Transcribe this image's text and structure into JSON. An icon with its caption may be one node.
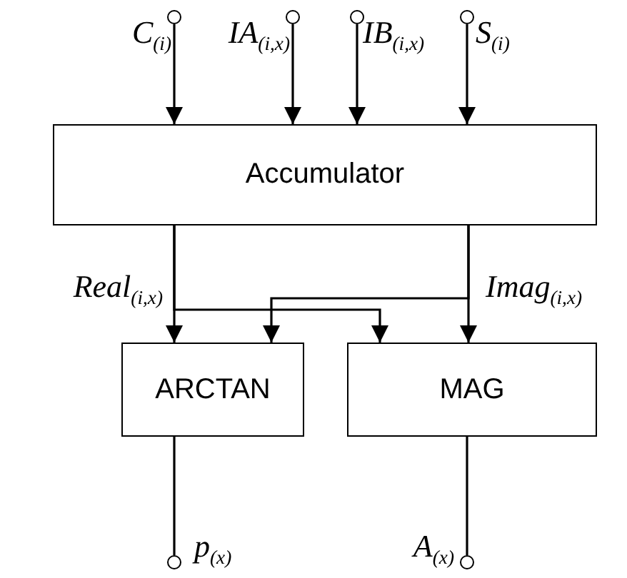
{
  "diagram": {
    "nodes": [
      {
        "text": [],
        "shape": "circle",
        "beside": [
          "C$_{(i)}$"
        ]
      },
      {
        "text": [],
        "shape": "circle",
        "beside": [
          "IA$_{(i,x)}$"
        ]
      },
      {
        "text": [],
        "shape": "circle",
        "beside": [
          "IB$_{(i,x)}$"
        ]
      },
      {
        "text": [],
        "shape": "circle",
        "beside": [
          "S$_{(i)}$"
        ]
      },
      {
        "text": [
          "Accumulator"
        ]
      },
      {
        "text": [
          "ARCTAN"
        ]
      },
      {
        "text": [
          "MAG"
        ]
      },
      {
        "text": [],
        "shape": "circle",
        "beside": [
          "p$_{(x)}$"
        ]
      },
      {
        "text": [],
        "shape": "circle",
        "beside": [
          "A$_{(x)}$"
        ]
      }
    ],
    "edges": [
      {
        "from": 0,
        "to": 4,
        "arrow": "to"
      },
      {
        "from": 1,
        "to": 4,
        "arrow": "to"
      },
      {
        "from": 2,
        "to": 4,
        "arrow": "to"
      },
      {
        "from": 3,
        "to": 4,
        "arrow": "to"
      },
      {
        "from": 4,
        "to": 5,
        "arrow": "to",
        "label": "Real$_{(i,x)}$"
      },
      {
        "from": 4,
        "to": 6,
        "arrow": "to",
        "label": "Imag$_{(i,x)}$"
      },
      {
        "from": 4,
        "to": 6,
        "arrow": "to"
      },
      {
        "from": 4,
        "to": 5,
        "arrow": "to"
      },
      {
        "from": 5,
        "to": 7,
        "arrow": "none"
      },
      {
        "from": 6,
        "to": 8,
        "arrow": "none"
      }
    ]
  }
}
